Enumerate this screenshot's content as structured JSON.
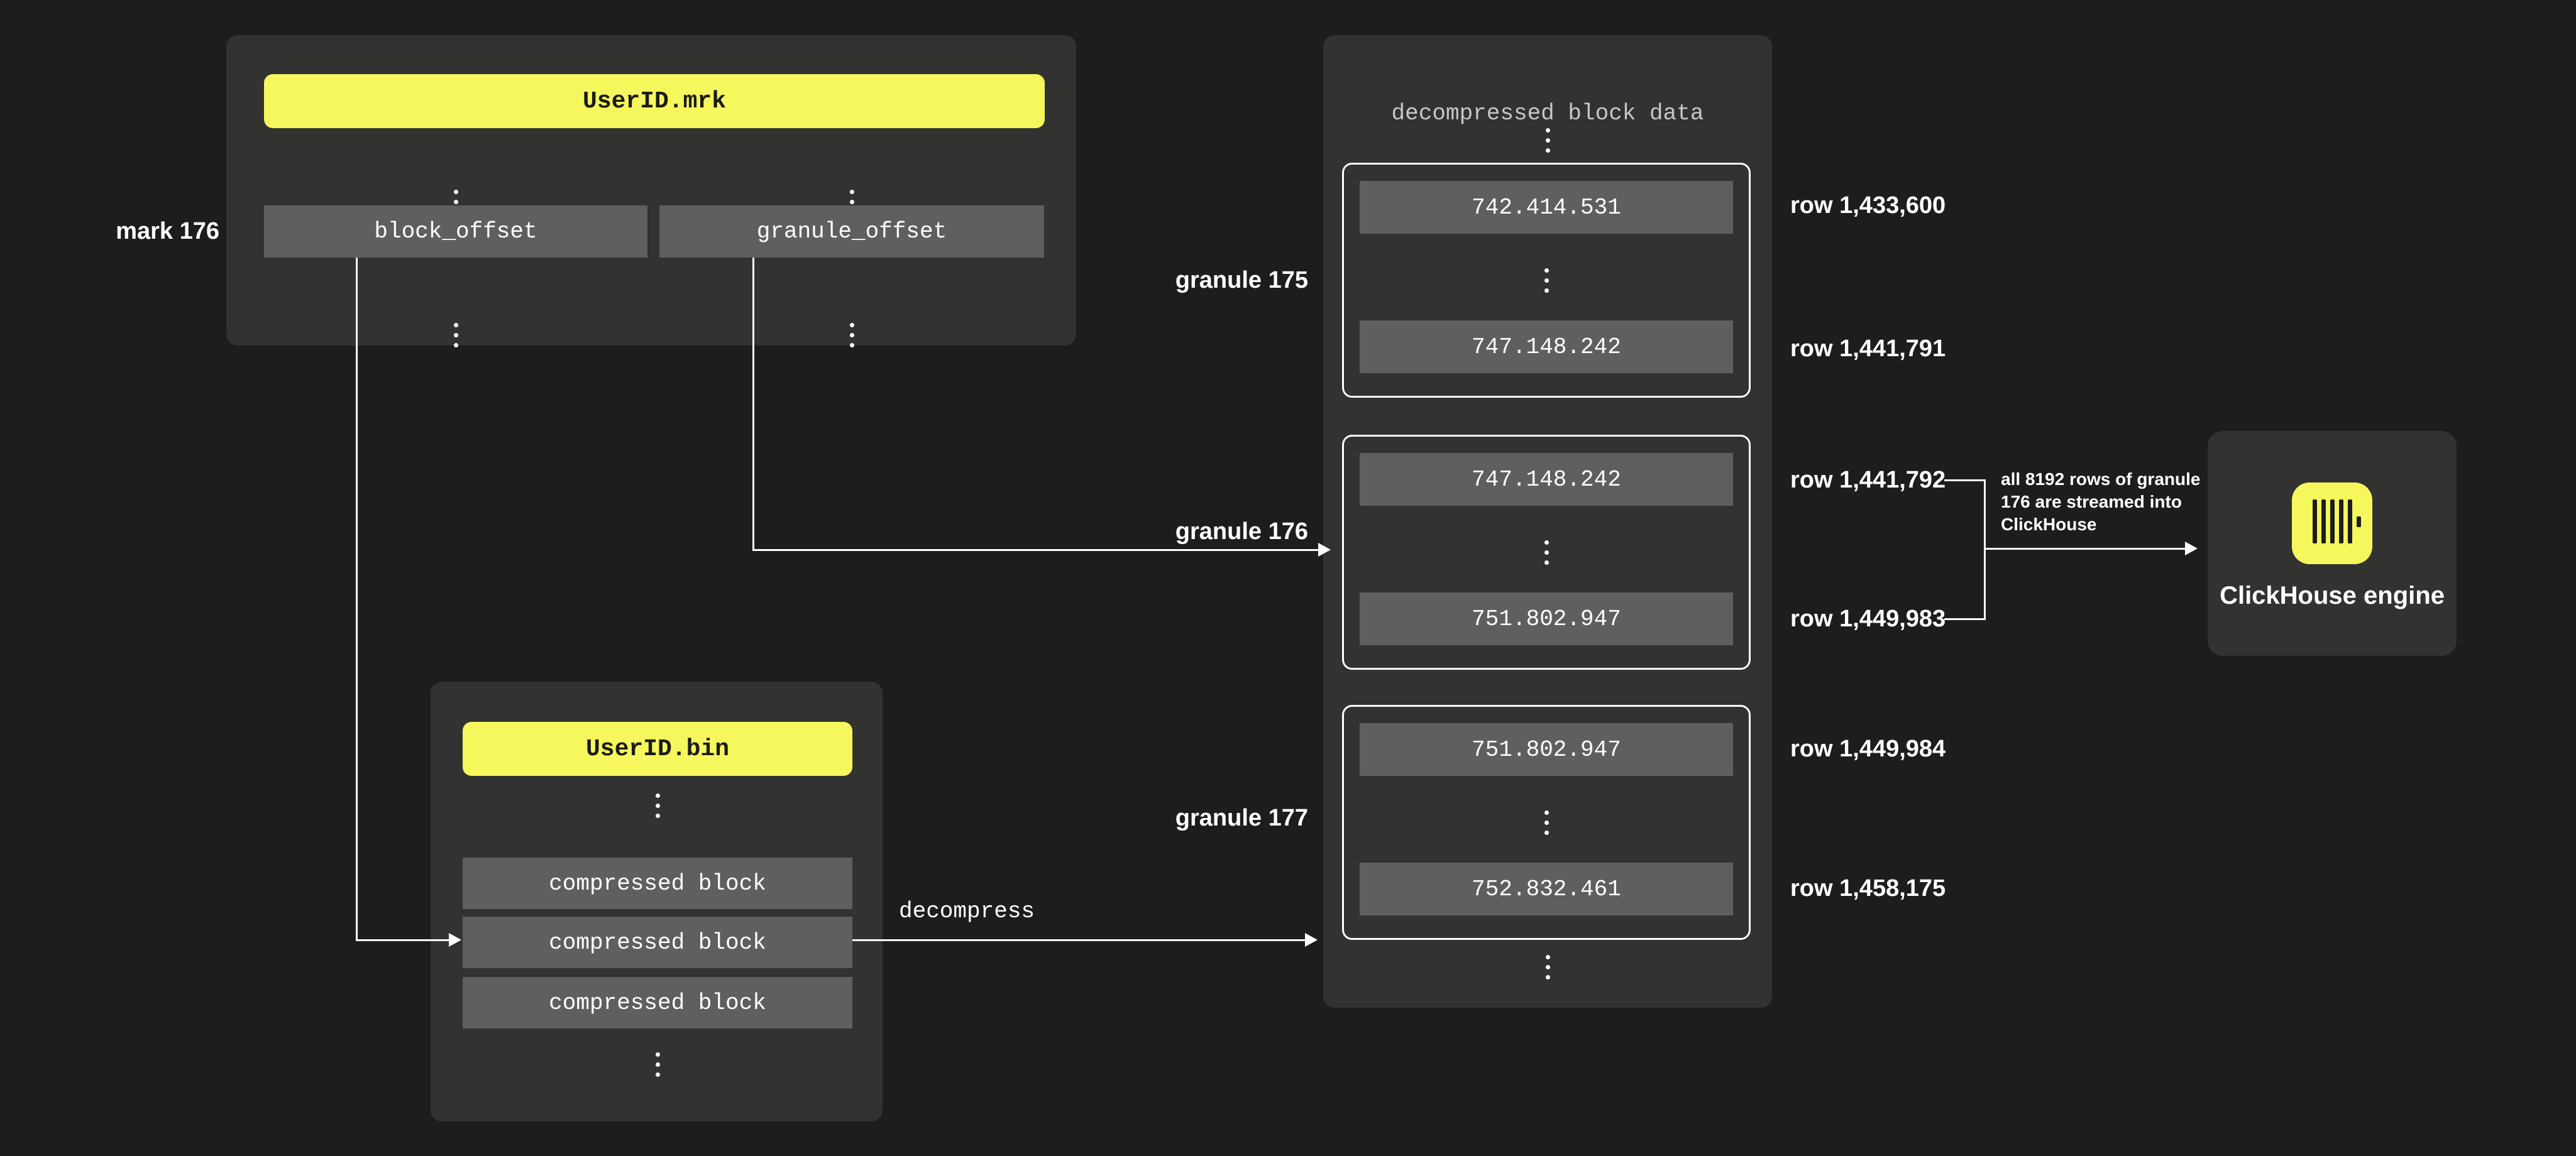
{
  "colors": {
    "background": "#1d1d1b",
    "panel": "#323231",
    "box_gray": "#5f5f5f",
    "accent_yellow": "#f6f75c",
    "title_gray": "#c7c7cb",
    "line_white": "#ffffff"
  },
  "mrk_panel": {
    "title": "UserID.mrk",
    "fields": [
      "block_offset",
      "granule_offset"
    ]
  },
  "mark_label": "mark 176",
  "bin_panel": {
    "title": "UserID.bin",
    "blocks": [
      "compressed block",
      "compressed block",
      "compressed block"
    ]
  },
  "decompress_label": "decompress",
  "decompressed_panel": {
    "title": "decompressed block data",
    "granules": [
      {
        "label": "granule 175",
        "first_value": "742.414.531",
        "last_value": "747.148.242",
        "first_row": "row 1,433,600",
        "last_row": "row 1,441,791"
      },
      {
        "label": "granule 176",
        "first_value": "747.148.242",
        "last_value": "751.802.947",
        "first_row": "row 1,441,792",
        "last_row": "row 1,449,983"
      },
      {
        "label": "granule 177",
        "first_value": "751.802.947",
        "last_value": "752.832.461",
        "first_row": "row 1,449,984",
        "last_row": "row 1,458,175"
      }
    ]
  },
  "annotation": {
    "lines": [
      "all 8192 rows of granule",
      "176 are streamed into",
      "ClickHouse"
    ]
  },
  "engine": {
    "label": "ClickHouse engine",
    "icon": "clickhouse-logo-icon"
  }
}
